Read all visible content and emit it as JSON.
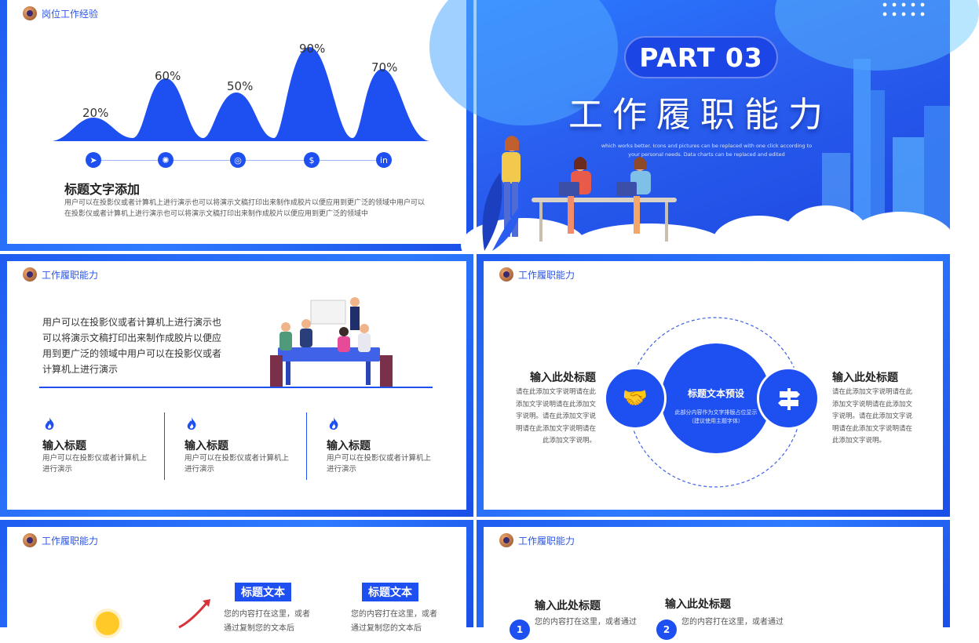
{
  "slide1": {
    "header": "岗位工作经验",
    "percents": [
      "20%",
      "60%",
      "50%",
      "90%",
      "70%"
    ],
    "heading": "标题文字添加",
    "body": "用户可以在投影仪或者计算机上进行演示也可以将演示文稿打印出来制作成胶片以便应用到更广泛的领域中用户可以在投影仪或者计算机上进行演示也可以将演示文稿打印出来制作成胶片以便应用到更广泛的领域中"
  },
  "slide2": {
    "part": "PART 03",
    "title": "工作履职能力",
    "subtitle": "which works better. Icons and pictures can be replaced with one click according to your personal needs. Data charts can be replaced and edited"
  },
  "slide3": {
    "header": "工作履职能力",
    "paragraph": "用户可以在投影仪或者计算机上进行演示也可以将演示文稿打印出来制作成胶片以便应用到更广泛的领域中用户可以在投影仪或者计算机上进行演示",
    "items": [
      {
        "title": "输入标题",
        "text": "用户可以在投影仪或者计算机上进行演示"
      },
      {
        "title": "输入标题",
        "text": "用户可以在投影仪或者计算机上进行演示"
      },
      {
        "title": "输入标题",
        "text": "用户可以在投影仪或者计算机上进行演示"
      }
    ]
  },
  "slide4": {
    "header": "工作履职能力",
    "left_title": "输入此处标题",
    "left_text": "请在此添加文字说明请在此添加文字说明请在此添加文字说明。请在此添加文字说明请在此添加文字说明请在此添加文字说明。",
    "right_title": "输入此处标题",
    "right_text": "请在此添加文字说明请在此添加文字说明请在此添加文字说明。请在此添加文字说明请在此添加文字说明请在此添加文字说明。",
    "center_title": "标题文本预设",
    "center_text": "此部分内容作为文字排版占位显示 （建议使用主题字体）"
  },
  "slide5": {
    "header": "工作履职能力",
    "tag1": "标题文本",
    "tag2": "标题文本",
    "text1": "您的内容打在这里，或者通过复制您的文本后",
    "text2": "您的内容打在这里，或者通过复制您的文本后"
  },
  "slide6": {
    "header": "工作履职能力",
    "title1": "输入此处标题",
    "title2": "输入此处标题",
    "text1": "您的内容打在这里，或者通过",
    "text2": "您的内容打在这里，或者通过",
    "num1": "1",
    "num2": "2"
  }
}
